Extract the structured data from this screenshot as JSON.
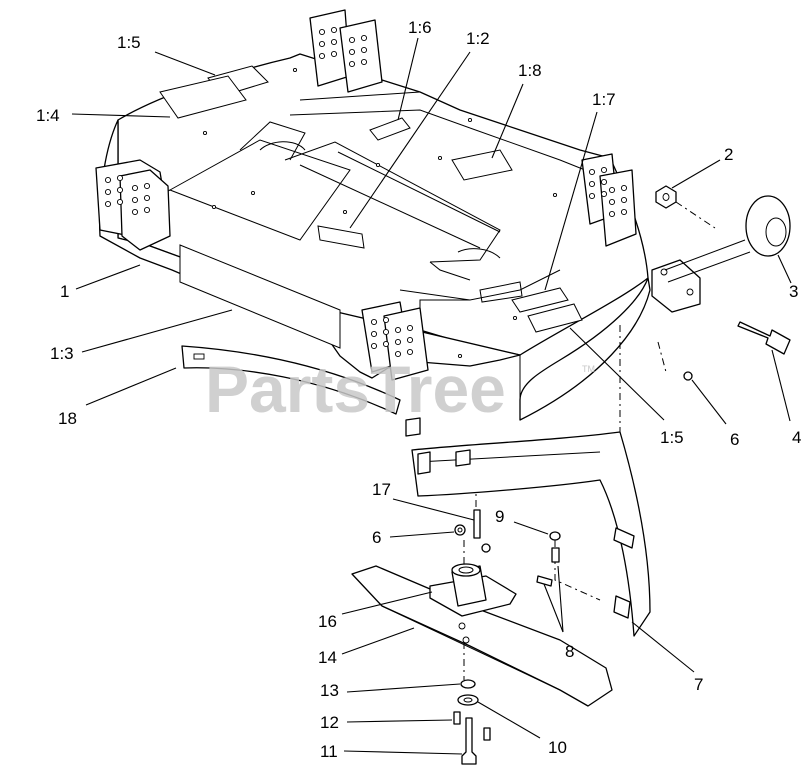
{
  "watermark": {
    "text": "PartsTree",
    "trademark": "TM"
  },
  "callouts": {
    "c1": "1",
    "c1_3": "1:3",
    "c1_4": "1:4",
    "c1_5a": "1:5",
    "c1_6": "1:6",
    "c1_2": "1:2",
    "c1_8": "1:8",
    "c1_7": "1:7",
    "c1_5b": "1:5",
    "c2": "2",
    "c3": "3",
    "c4": "4",
    "c6a": "6",
    "c6b": "6",
    "c7": "7",
    "c8": "8",
    "c9": "9",
    "c10": "10",
    "c11": "11",
    "c12": "12",
    "c13": "13",
    "c14": "14",
    "c16": "16",
    "c17": "17",
    "c18": "18"
  }
}
